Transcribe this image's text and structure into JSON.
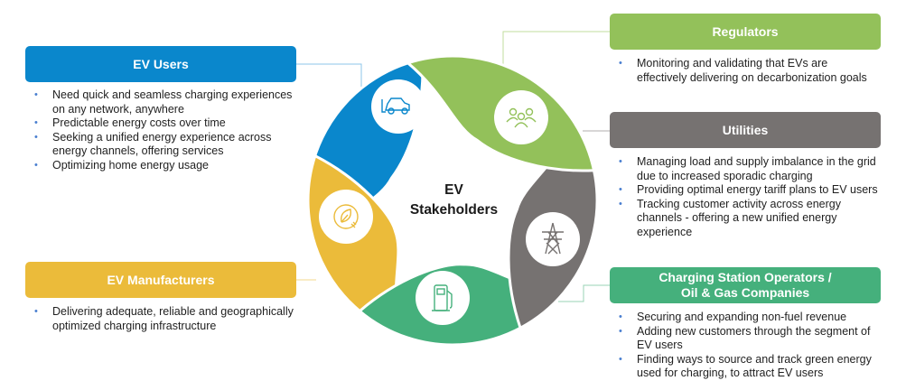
{
  "center_title": [
    "EV",
    "Stakeholders"
  ],
  "colors": {
    "ev_users": "#0a87cc",
    "regulators": "#93c15a",
    "utilities": "#767271",
    "charging": "#45b07c",
    "manufacturers": "#ebbb3a"
  },
  "stakeholders": {
    "ev_users": {
      "title": "EV Users",
      "icon": "ev-car-charging-icon",
      "bullets": [
        "Need quick and seamless charging experiences on any network, anywhere",
        "Predictable energy costs over time",
        "Seeking a unified energy experience across energy channels, offering services",
        "Optimizing home energy usage"
      ]
    },
    "regulators": {
      "title": "Regulators",
      "icon": "people-group-icon",
      "bullets": [
        "Monitoring and validating that EVs are effectively delivering on decarbonization goals"
      ]
    },
    "utilities": {
      "title": "Utilities",
      "icon": "power-tower-icon",
      "bullets": [
        "Managing load and supply imbalance in the grid due to increased sporadic charging",
        "Providing optimal energy tariff plans to EV users",
        "Tracking customer activity across energy channels - offering a new unified energy experience"
      ]
    },
    "charging": {
      "title_line1": "Charging Station Operators /",
      "title_line2": "Oil & Gas Companies",
      "icon": "fuel-pump-icon",
      "bullets": [
        "Securing and expanding non-fuel revenue",
        "Adding new customers through the segment of EV users",
        "Finding ways to source and track green energy used for charging, to attract EV users"
      ]
    },
    "manufacturers": {
      "title": "EV Manufacturers",
      "icon": "leaf-plug-icon",
      "bullets": [
        "Delivering adequate, reliable and geographically optimized charging infrastructure"
      ]
    }
  }
}
